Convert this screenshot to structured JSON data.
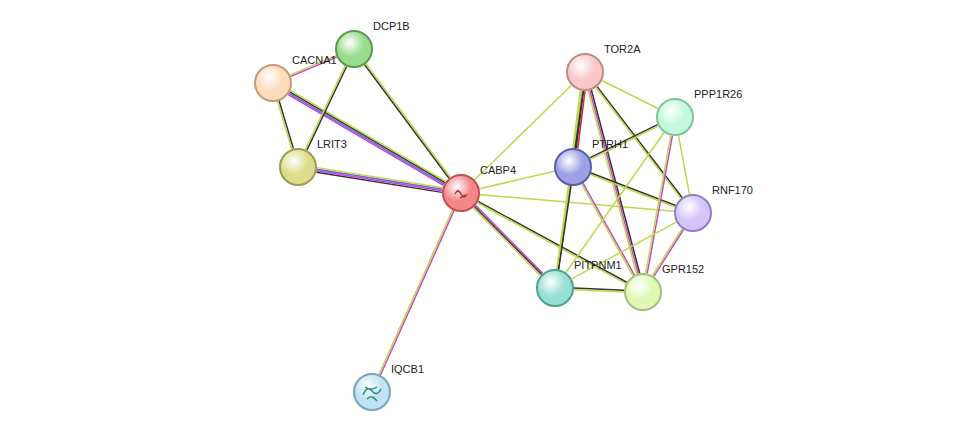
{
  "diagram": {
    "nodes": [
      {
        "text": [
          "CACNA1"
        ]
      },
      {
        "text": [
          "DCP1B"
        ]
      },
      {
        "text": [
          "LRIT3"
        ]
      },
      {
        "text": [
          "CABP4"
        ]
      },
      {
        "text": [
          "IQCB1"
        ]
      },
      {
        "text": [
          "TOR2A"
        ]
      },
      {
        "text": [
          "PPP1R26"
        ]
      },
      {
        "text": [
          "PTRH1"
        ]
      },
      {
        "text": [
          "RNF170"
        ]
      },
      {
        "text": [
          "PITPNM1"
        ]
      },
      {
        "text": [
          "GPR152"
        ]
      }
    ],
    "edges": [
      {
        "from": 3,
        "to": 1,
        "arrow": "none"
      },
      {
        "from": 3,
        "to": 0,
        "arrow": "none"
      },
      {
        "from": 3,
        "to": 2,
        "arrow": "none"
      },
      {
        "from": 0,
        "to": 2,
        "arrow": "none"
      },
      {
        "from": 1,
        "to": 2,
        "arrow": "none"
      },
      {
        "from": 0,
        "to": 1,
        "arrow": "none"
      },
      {
        "from": 3,
        "to": 4,
        "arrow": "none"
      },
      {
        "from": 3,
        "to": 5,
        "arrow": "none"
      },
      {
        "from": 3,
        "to": 7,
        "arrow": "none"
      },
      {
        "from": 3,
        "to": 8,
        "arrow": "none"
      },
      {
        "from": 3,
        "to": 9,
        "arrow": "none"
      },
      {
        "from": 3,
        "to": 10,
        "arrow": "none"
      },
      {
        "from": 5,
        "to": 7,
        "arrow": "none"
      },
      {
        "from": 5,
        "to": 6,
        "arrow": "none"
      },
      {
        "from": 5,
        "to": 8,
        "arrow": "none"
      },
      {
        "from": 5,
        "to": 10,
        "arrow": "none"
      },
      {
        "from": 5,
        "to": 9,
        "arrow": "none"
      },
      {
        "from": 7,
        "to": 6,
        "arrow": "none"
      },
      {
        "from": 7,
        "to": 8,
        "arrow": "none"
      },
      {
        "from": 7,
        "to": 9,
        "arrow": "none"
      },
      {
        "from": 7,
        "to": 10,
        "arrow": "none"
      },
      {
        "from": 6,
        "to": 8,
        "arrow": "none"
      },
      {
        "from": 6,
        "to": 10,
        "arrow": "none"
      },
      {
        "from": 6,
        "to": 9,
        "arrow": "none"
      },
      {
        "from": 8,
        "to": 10,
        "arrow": "none"
      },
      {
        "from": 8,
        "to": 9,
        "arrow": "none"
      },
      {
        "from": 9,
        "to": 10,
        "arrow": "none"
      }
    ]
  }
}
